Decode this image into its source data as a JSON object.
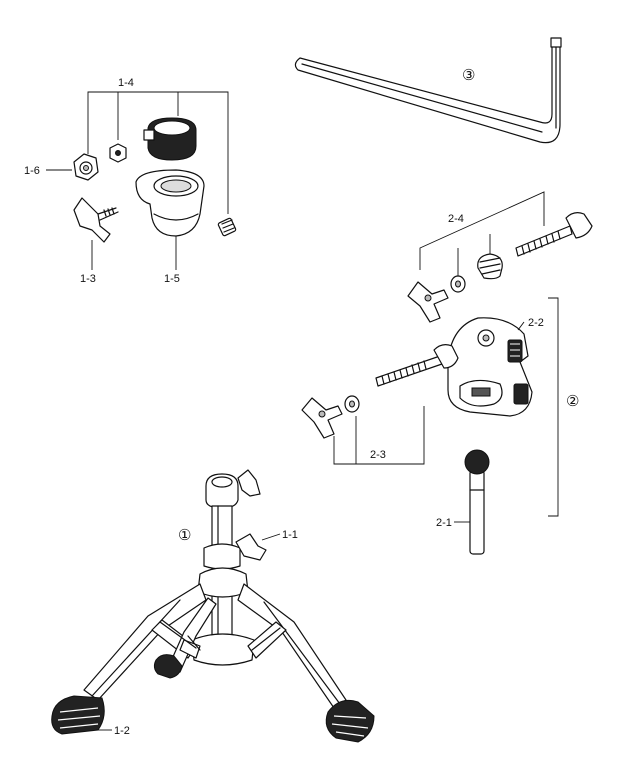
{
  "labels": {
    "part_1_1": "1-1",
    "part_1_2": "1-2",
    "part_1_3": "1-3",
    "part_1_4": "1-4",
    "part_1_5": "1-5",
    "part_1_6": "1-6",
    "part_2_1": "2-1",
    "part_2_2": "2-2",
    "part_2_3": "2-3",
    "part_2_4": "2-4",
    "group_1": "①",
    "group_2": "②",
    "group_3": "③"
  }
}
